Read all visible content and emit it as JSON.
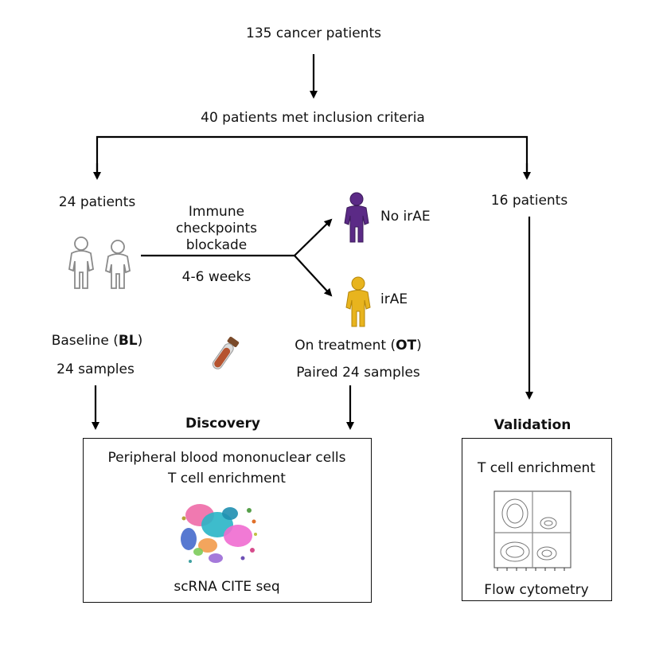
{
  "nodes": {
    "cancer_patients": "135 cancer patients",
    "inclusion": "40 patients met inclusion criteria",
    "left_patients": "24 patients",
    "right_patients": "16 patients",
    "treatment": [
      "Immune",
      "checkpoints",
      "blockade"
    ],
    "duration": "4-6 weeks",
    "no_irae": "No irAE",
    "irae": "irAE",
    "baseline_prefix": "Baseline (",
    "baseline_abbr": "BL",
    "baseline_suffix": ")",
    "baseline_samples": "24 samples",
    "ontreatment_prefix": "On treatment (",
    "ontreatment_abbr": "OT",
    "ontreatment_suffix": ")",
    "paired_samples": "Paired 24 samples"
  },
  "discovery": {
    "heading": "Discovery",
    "line1": "Peripheral blood mononuclear cells",
    "line2": "T cell enrichment",
    "method": "scRNA CITE seq"
  },
  "validation": {
    "heading": "Validation",
    "line1": "T cell enrichment",
    "method": "Flow cytometry"
  },
  "colors": {
    "no_irae": "#5b2a86",
    "irae": "#e8b41e",
    "person_outline": "#888888",
    "tube_blood": "#b5532f"
  },
  "icons": [
    "person-icon",
    "blood-tube-icon",
    "umap-plot-icon",
    "flow-cytometry-plot-icon"
  ]
}
